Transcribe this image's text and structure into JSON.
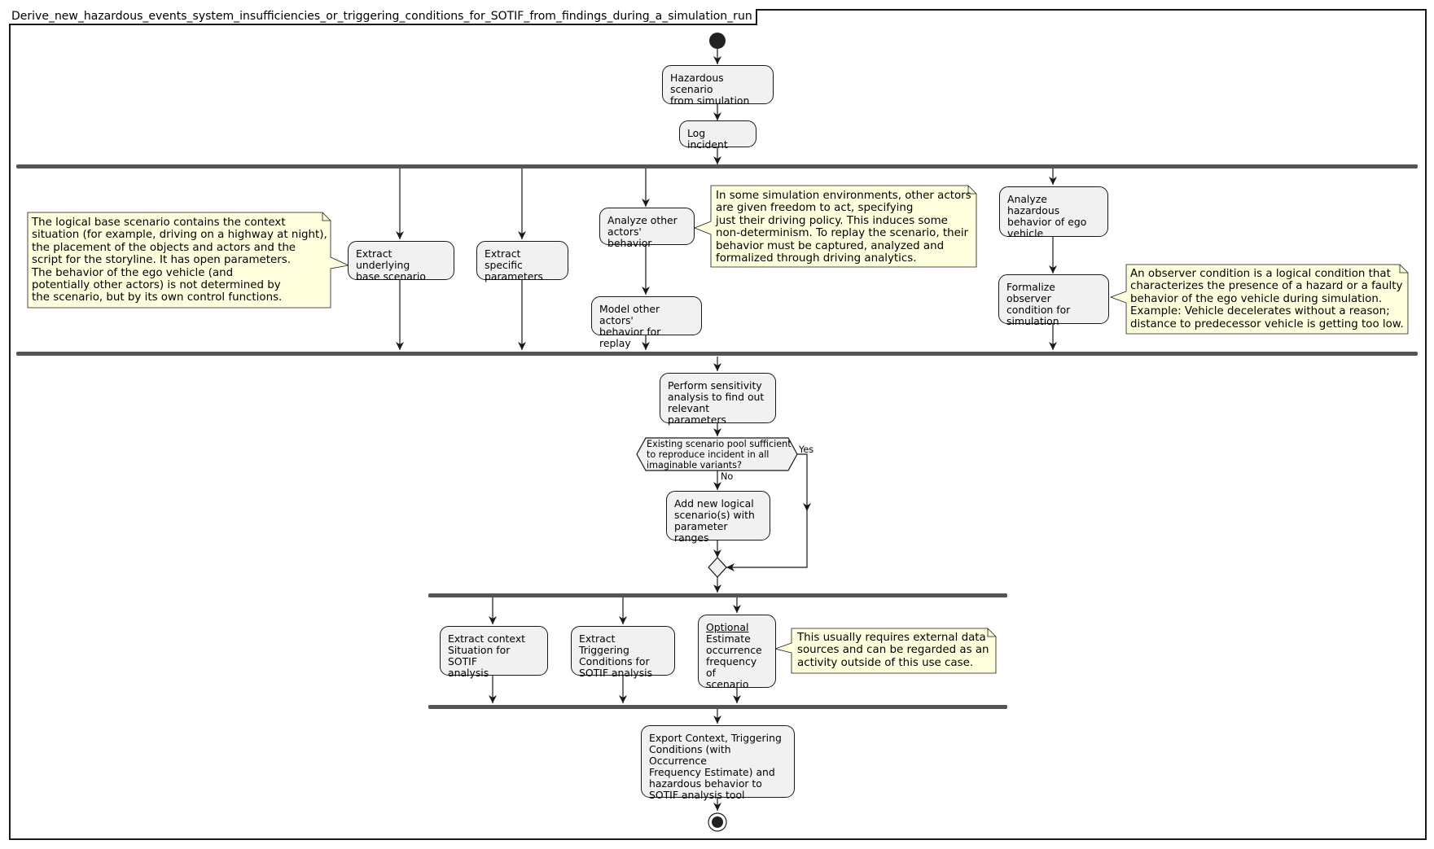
{
  "title": "Derive_new_hazardous_events_system_insufficiencies_or_triggering_conditions_for_SOTIF_from_findings_during_a_simulation_run",
  "activities": {
    "hazardous_scenario": "Hazardous scenario\nfrom simulation",
    "log_incident": "Log incident",
    "extract_base": "Extract underlying\nbase scenario",
    "extract_params": "Extract specific\nparameters",
    "analyze_actors": "Analyze other\nactors' behavior",
    "model_actors": "Model other actors'\nbehavior for replay",
    "analyze_ego": "Analyze hazardous\nbehavior of ego\nvehicle",
    "formalize_observer": "Formalize observer\ncondition for\nsimulation",
    "sensitivity": "Perform sensitivity\nanalysis to find out\nrelevant parameters",
    "add_logical": "Add new logical\nscenario(s) with\nparameter ranges",
    "extract_context": "Extract context\nSituation for SOTIF\nanalysis",
    "extract_triggering": "Extract Triggering\nConditions for\nSOTIF analysis",
    "estimate_optional": "Optional",
    "estimate_rest": "Estimate\noccurrence\nfrequency of\nscenario",
    "export": "Export Context, Triggering\nConditions (with Occurrence\nFrequency Estimate) and\nhazardous behavior to\nSOTIF analysis tool"
  },
  "decision": {
    "question": "Existing scenario pool sufficient\nto reproduce incident in all\nimaginable variants?",
    "yes_label": "Yes",
    "no_label": "No"
  },
  "notes": {
    "base_scenario": "The logical base scenario contains the context\nsituation (for example, driving on a highway at night),\nthe placement of the objects and actors and the\nscript for the storyline. It has open parameters.\nThe behavior of the ego vehicle (and\npotentially other actors) is not determined by\nthe scenario, but by its own control functions.",
    "other_actors": "In some simulation environments, other actors\nare given freedom to act, specifying\njust their driving policy. This induces some\nnon-determinism. To replay the scenario, their\nbehavior must be captured, analyzed and\nformalized through driving analytics.",
    "observer": "An observer condition is a logical condition that\ncharacterizes the presence of a hazard or a faulty\nbehavior of the ego vehicle during simulation.\nExample: Vehicle decelerates without a reason;\ndistance to predecessor vehicle is getting too low.",
    "external_data": "This usually requires external data\nsources and can be regarded as an\nactivity outside of this use case."
  },
  "colors": {
    "note_fill": "#feffdd",
    "activity_fill": "#f1f1f1",
    "bar": "#555555",
    "line": "#181818"
  }
}
